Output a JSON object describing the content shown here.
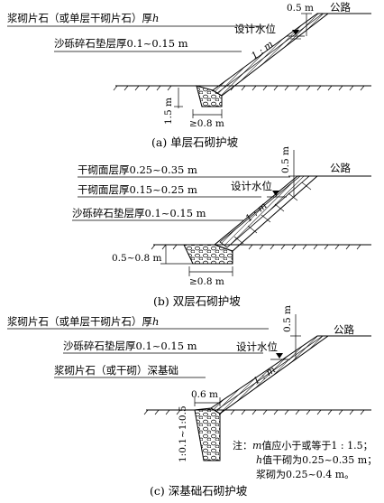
{
  "panel_a": {
    "label_masonry": "浆砌片石（或单层干砌片石）厚",
    "label_masonry_h": "h",
    "label_cushion": "沙砾碎石垫层厚0.1~0.15 m",
    "freeboard": "0.5 m",
    "design_water_level": "设计水位",
    "road": "公路",
    "slope_ratio": "1 : m",
    "depth": "1.5 m",
    "toe_width": "≥0.8 m",
    "caption": "(a) 单层石砌护坡"
  },
  "panel_b": {
    "label_dry_top": "干砌面层厚0.25~0.35 m",
    "label_dry_bottom": "干砌面层厚0.15~0.25 m",
    "label_cushion": "沙砾碎石垫层厚0.1~0.15 m",
    "freeboard": "0.5 m",
    "design_water_level": "设计水位",
    "road": "公路",
    "slope_ratio": "1 : m",
    "depth": "0.5~0.8 m",
    "toe_width": "≥0.8 m",
    "caption": "(b) 双层石砌护坡"
  },
  "panel_c": {
    "label_masonry": "浆砌片石（或单层干砌片石）厚",
    "label_masonry_h": "h",
    "label_cushion": "沙砾碎石垫层厚0.1~0.15 m",
    "label_foundation": "浆砌片石（或干砌）深基础",
    "freeboard": "0.5 m",
    "design_water_level": "设计水位",
    "road": "公路",
    "slope_ratio": "1 : m",
    "found_width": "0.6 m",
    "found_slope": "1:0.1~1:0.5",
    "caption": "(c) 深基础石砌护坡"
  },
  "note": {
    "line1_prefix": "注：",
    "line1_m": "m",
    "line1_rest": "值应小于或等于1 : 1.5；",
    "line2_h": "h",
    "line2_rest": "值干砌为0.25~0.35 m；",
    "line3": "浆砌为0.25~0.4 m。"
  }
}
